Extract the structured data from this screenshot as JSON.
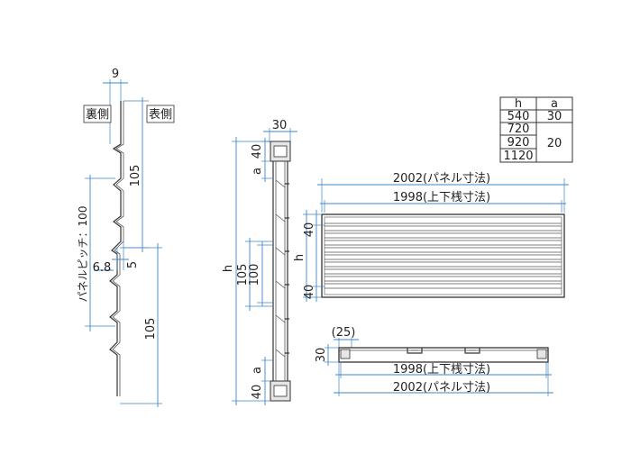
{
  "profile": {
    "dim_top": "9",
    "back_label": "裏側",
    "front_label": "表側",
    "dim_upper": "105",
    "pitch_label": "パネルピッチ：100",
    "dim_6_8": "6.8",
    "dim_5": "5",
    "dim_lower": "105"
  },
  "side_view": {
    "dim_30": "30",
    "dim_40_top": "40",
    "dim_a_top": "a",
    "dim_h": "h",
    "dim_105": "105",
    "dim_100": "100",
    "dim_a_bottom": "a",
    "dim_40_bottom": "40"
  },
  "table": {
    "headers": [
      "h",
      "a"
    ],
    "h_values": [
      "540",
      "720",
      "920",
      "1120"
    ],
    "a_values": [
      "30",
      "20"
    ]
  },
  "front_view": {
    "width_outer": "2002(パネル寸法)",
    "width_inner": "1998(上下桟寸法)",
    "dim_40_top": "40",
    "dim_h": "h",
    "dim_40_bottom": "40"
  },
  "plan_view": {
    "dim_25": "(25)",
    "dim_30": "30",
    "width_inner": "1998(上下桟寸法)",
    "width_outer": "2002(パネル寸法)"
  }
}
